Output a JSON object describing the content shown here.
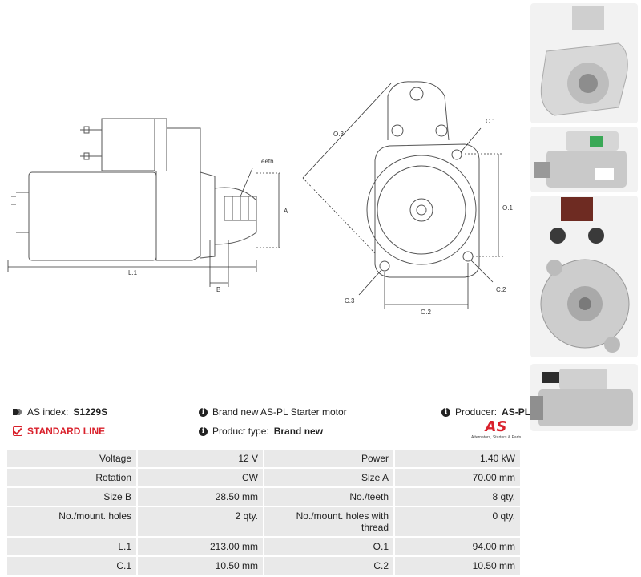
{
  "dimension_labels": {
    "teeth": "Teeth",
    "a": "A",
    "b": "B",
    "l1": "L.1",
    "o3": "O.3",
    "c1": "C.1",
    "o1": "O.1",
    "c2": "C.2",
    "c3": "C.3",
    "o2": "O.2"
  },
  "info": {
    "as_index_label": "AS index:",
    "as_index_value": "S1229S",
    "standard_line": "STANDARD LINE",
    "description": "Brand new AS-PL Starter motor",
    "product_type_label": "Product type:",
    "product_type_value": "Brand new",
    "producer_label": "Producer:",
    "producer_value": "AS-PL"
  },
  "logo": {
    "mark": "AS",
    "subtitle": "Alternators, Starters & Parts"
  },
  "specs": [
    [
      "Voltage",
      "12 V",
      "Power",
      "1.40 kW"
    ],
    [
      "Rotation",
      "CW",
      "Size A",
      "70.00 mm"
    ],
    [
      "Size B",
      "28.50 mm",
      "No./teeth",
      "8 qty."
    ],
    [
      "No./mount. holes",
      "2 qty.",
      "No./mount. holes with thread",
      "0 qty."
    ],
    [
      "L.1",
      "213.00 mm",
      "O.1",
      "94.00 mm"
    ],
    [
      "C.1",
      "10.50 mm",
      "C.2",
      "10.50 mm"
    ]
  ],
  "colors": {
    "accent_red": "#d9212c",
    "table_bg": "#e9e9e9"
  }
}
